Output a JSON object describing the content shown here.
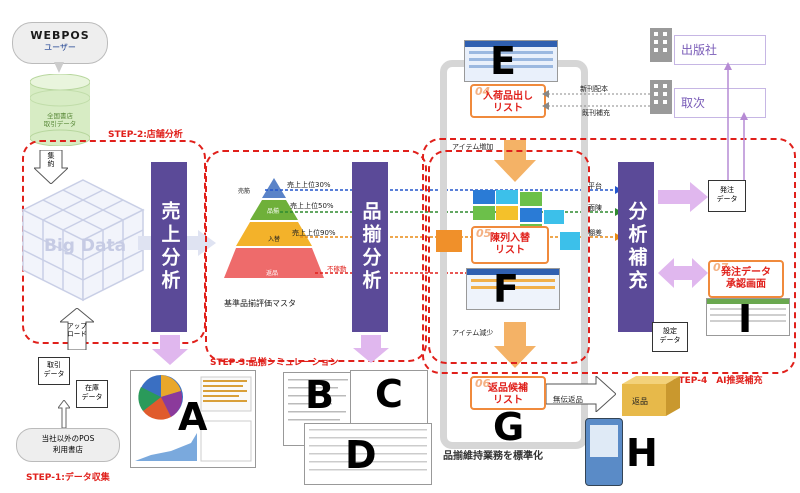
{
  "nodes": {
    "webpos_logo": "WEBPOS",
    "webpos_users": "ユーザー",
    "db_label": "全国書店\n取引データ",
    "step2": "STEP-2:店舗分析",
    "shuyaku": "集\n約",
    "big_data": "Big Data",
    "drill_up": "アップ\nロード",
    "uriage": "売上分析",
    "hinzoroe": "品揃分析",
    "bunseki": "分析補充",
    "pyr_top": "売筋",
    "pyr_2": "品揃",
    "pyr_3": "入替",
    "pyr_4": "返品",
    "pyr_caption": "基準品揃評価マスタ",
    "top30": "売上上位30%",
    "top50": "売上上位50%",
    "top90": "売上上位90%",
    "fudou": "不稼動",
    "step3": "STEP-3:品揃シミュレーション",
    "torihiki": "取引\nデータ",
    "zaiko": "在庫\nデータ",
    "pos_users": "当社以外のPOS\n利用書店",
    "step1": "STEP-1:データ収集",
    "item_increase": "アイテム増加",
    "item_decrease": "アイテム減少",
    "box04_num": "04",
    "box04": "入荷品出し\nリスト",
    "box05_num": "05",
    "box05": "陳列入替\nリスト",
    "box06_num": "06",
    "box06": "返品候補\nリスト",
    "box07_num": "07",
    "box07": "発注データ\n承認画面",
    "publisher": "出版社",
    "distributor": "取次",
    "shinkan": "新刊配本",
    "kikan": "既刊補充",
    "hiradai": "平台",
    "menchin": "面陳",
    "tanasashi": "棚差",
    "hatchu": "発注\nデータ",
    "settei": "設定\nデータ",
    "mushou": "無伝返品",
    "henpin_box": "返品",
    "step4": "STEP-4　AI推奨補充",
    "standardize": "品揃維持業務を標準化",
    "letters": [
      "A",
      "B",
      "C",
      "D",
      "E",
      "F",
      "G",
      "H",
      "I"
    ]
  }
}
